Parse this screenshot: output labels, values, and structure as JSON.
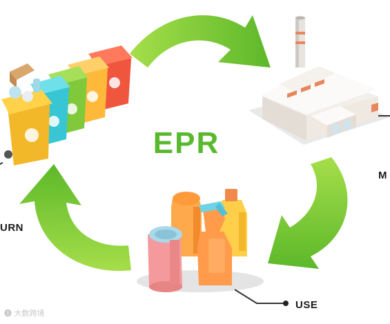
{
  "diagram": {
    "center_title": "EPR",
    "labels": {
      "return": "URN",
      "manufacture": "M",
      "use": "USE"
    },
    "watermark": "🅘 大数跨境",
    "colors": {
      "arrow_green": "#6cc52d",
      "arrow_green_light": "#a6de4a",
      "title_green": "#59b92e"
    },
    "icons": [
      "recycling-bins-icon",
      "factory-icon",
      "consumer-products-icon"
    ]
  }
}
